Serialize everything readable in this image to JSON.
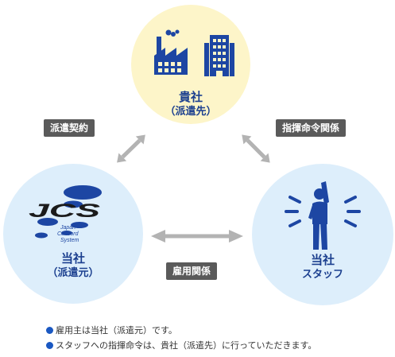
{
  "nodes": {
    "client": {
      "title": "貴社",
      "subtitle": "（派遣先）"
    },
    "dispatcher": {
      "title": "当社",
      "subtitle": "（派遣元）"
    },
    "staff": {
      "title": "当社",
      "subtitle": "スタッフ"
    }
  },
  "relations": {
    "contract": "派遣契約",
    "command": "指揮命令関係",
    "employment": "雇用関係"
  },
  "logo": {
    "letters": "JCS",
    "text_line1": "Japan",
    "text_line2": "Concord",
    "text_line3": "System"
  },
  "notes": [
    "雇用主は当社（派遣元）です。",
    "スタッフへの指揮命令は、貴社（派遣先）に行っていただきます。"
  ],
  "icons": {
    "client": [
      "factory-icon",
      "office-building-icon"
    ],
    "staff": [
      "cheering-person-icon"
    ],
    "relations": [
      "double-arrow-icon"
    ]
  },
  "colors": {
    "client_circle": "#fdf5c9",
    "partner_circle": "#ddeefb",
    "label_text": "#1b3f8f",
    "icon_blue": "#1d46a3",
    "tag_background": "#5a5a5a",
    "arrow": "#b3b3b3",
    "bullet": "#1a58c2"
  }
}
